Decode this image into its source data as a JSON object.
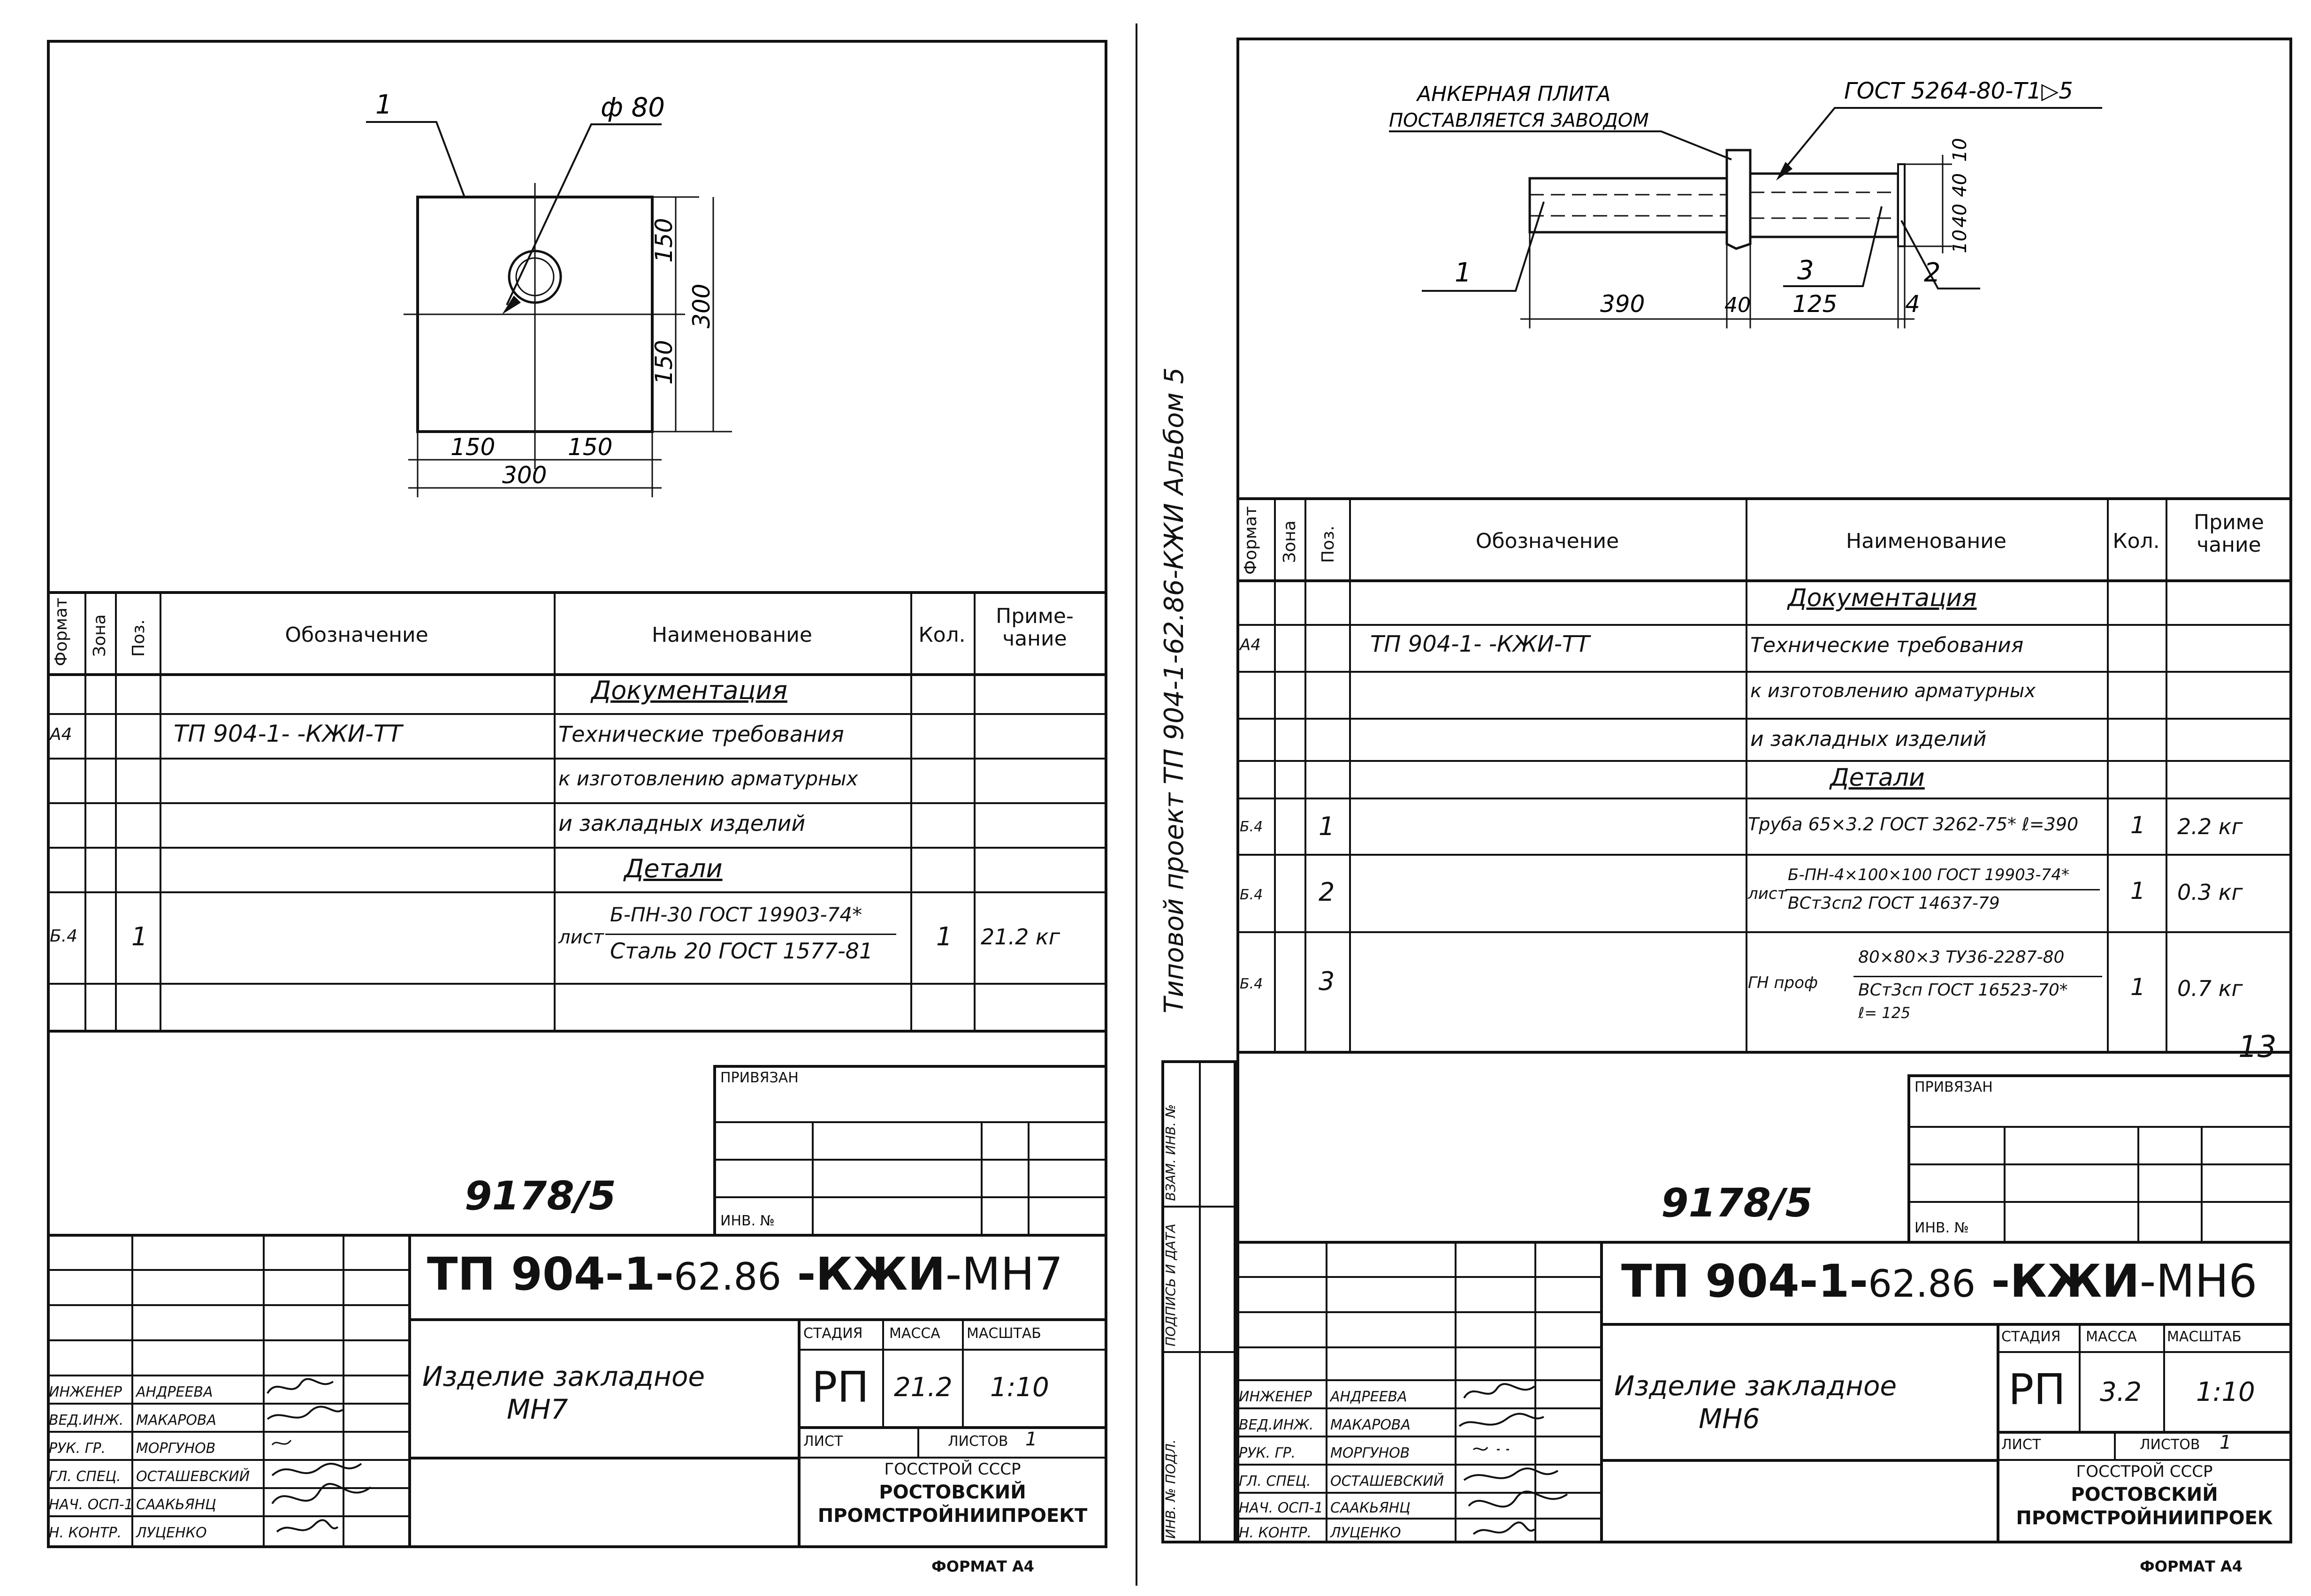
{
  "left_sheet": {
    "drawing": {
      "pos_label": "1",
      "hole_label": "ф 80",
      "dim_150_v1": "150",
      "dim_150_v2": "150",
      "dim_300_v": "300",
      "dim_150_h1": "150",
      "dim_150_h2": "150",
      "dim_300_h": "300"
    },
    "table": {
      "headers": {
        "format": "Формат",
        "zone": "Зона",
        "pos": "Поз.",
        "designation": "Обозначение",
        "name": "Наименование",
        "qty": "Кол.",
        "note": "Приме- чание"
      },
      "section_docs": "Документация",
      "doc_format": "А4",
      "doc_designation": "ТП 904-1-        -КЖИ-ТТ",
      "doc_name_1": "Технические требования",
      "doc_name_2": "к изготовлению арматурных",
      "doc_name_3": "и закладных изделий",
      "section_parts": "Детали",
      "part_format": "Б.4",
      "part_pos": "1",
      "part_name_prefix": "лист",
      "part_name_top": "Б-ПН-30 ГОСТ 19903-74*",
      "part_name_bottom": "Сталь 20 ГОСТ 1577-81",
      "part_qty": "1",
      "part_note": "21.2 кг"
    },
    "binding": {
      "label": "ПРИВЯЗАН",
      "inv_label": "ИНВ. №"
    },
    "sheet_no": "9178/5",
    "title_block": {
      "code_prefix": "ТП 904-1-",
      "code_mid": "62.86",
      "code_kzhi": " -КЖИ",
      "code_suffix": "-МН7",
      "product_name_1": "Изделие закладное",
      "product_name_2": "МН7",
      "stage_label": "СТАДИЯ",
      "mass_label": "МАССА",
      "scale_label": "МАСШТАБ",
      "stage": "РП",
      "mass": "21.2",
      "scale": "1:10",
      "sheet_label": "ЛИСТ",
      "sheets_label": "ЛИСТОВ",
      "sheets": "1",
      "org_1": "ГОССТРОЙ СССР",
      "org_2": "РОСТОВСКИЙ",
      "org_3": "ПРОМСТРОЙНИИПРОЕКТ",
      "roles": [
        "ИНЖЕНЕР",
        "ВЕД.ИНЖ.",
        "РУК. ГР.",
        "ГЛ. СПЕЦ.",
        "НАЧ. ОСП-1",
        "Н. КОНТР."
      ],
      "names": [
        "АНДРЕЕВА",
        "МАКАРОВА",
        "МОРГУНОВ",
        "ОСТАШЕВСКИЙ",
        "СААКЬЯНЦ",
        "ЛУЦЕНКО"
      ]
    },
    "format_note": "ФОРМАТ А4"
  },
  "right_sheet": {
    "drawing": {
      "anchor_label_1": "АНКЕРНАЯ ПЛИТА",
      "anchor_label_2": "ПОСТАВЛЯЕТСЯ ЗАВОДОМ",
      "weld_label": "ГОСТ 5264-80-Т1▷5",
      "pos_1": "1",
      "pos_2": "2",
      "pos_3": "3",
      "dim_390": "390",
      "dim_40": "40",
      "dim_125": "125",
      "dim_4": "4",
      "dim_10a": "10",
      "dim_40a": "40",
      "dim_40b": "40",
      "dim_10b": "10"
    },
    "side_strip": {
      "album": "Типовой проект  ТП 904-1-62.86-КЖИ     Альбом 5",
      "inv_podl": "ИНВ. № ПОДЛ.",
      "podpis": "ПОДПИСЬ И ДАТА",
      "vzam": "ВЗАМ. ИНВ. №"
    },
    "table": {
      "headers": {
        "format": "Формат",
        "zone": "Зона",
        "pos": "Поз.",
        "designation": "Обозначение",
        "name": "Наименование",
        "qty": "Кол.",
        "note": "Приме чание"
      },
      "section_docs": "Документация",
      "doc_format": "А4",
      "doc_designation": "ТП 904-1-        -КЖИ-ТТ",
      "doc_name_1": "Технические требования",
      "doc_name_2": "к изготовлению арматурных",
      "doc_name_3": "и закладных изделий",
      "section_parts": "Детали",
      "rows": [
        {
          "format": "Б.4",
          "pos": "1",
          "name": "Труба 65×3.2 ГОСТ 3262-75* ℓ=390",
          "qty": "1",
          "note": "2.2 кг"
        },
        {
          "format": "Б.4",
          "pos": "2",
          "name_prefix": "лист",
          "name_top": "Б-ПН-4×100×100 ГОСТ 19903-74*",
          "name_bottom": "ВСт3сп2 ГОСТ 14637-79",
          "qty": "1",
          "note": "0.3 кг"
        },
        {
          "format": "Б.4",
          "pos": "3",
          "name_prefix": "ГН проф",
          "name_top": "80×80×3 ТУ36-2287-80",
          "name_bottom": "ВСт3сп ГОСТ 16523-70*",
          "name_extra": "ℓ= 125",
          "qty": "1",
          "note": "0.7 кг"
        }
      ]
    },
    "page_mark": "13",
    "binding": {
      "label": "ПРИВЯЗАН",
      "inv_label": "ИНВ. №"
    },
    "sheet_no": "9178/5",
    "title_block": {
      "code_prefix": "ТП 904-1-",
      "code_mid": "62.86",
      "code_kzhi": " -КЖИ",
      "code_suffix": "-МН6",
      "product_name_1": "Изделие закладное",
      "product_name_2": "МН6",
      "stage_label": "СТАДИЯ",
      "mass_label": "МАССА",
      "scale_label": "МАСШТАБ",
      "stage": "РП",
      "mass": "3.2",
      "scale": "1:10",
      "sheet_label": "ЛИСТ",
      "sheets_label": "ЛИСТОВ",
      "sheets": "1",
      "org_1": "ГОССТРОЙ СССР",
      "org_2": "РОСТОВСКИЙ",
      "org_3": "ПРОМСТРОЙНИИПРОЕК",
      "roles": [
        "ИНЖЕНЕР",
        "ВЕД.ИНЖ.",
        "РУК. ГР.",
        "ГЛ. СПЕЦ.",
        "НАЧ. ОСП-1",
        "Н. КОНТР."
      ],
      "names": [
        "АНДРЕЕВА",
        "МАКАРОВА",
        "МОРГУНОВ",
        "ОСТАШЕВСКИЙ",
        "СААКЬЯНЦ",
        "ЛУЦЕНКО"
      ]
    },
    "format_note": "ФОРМАТ А4"
  }
}
